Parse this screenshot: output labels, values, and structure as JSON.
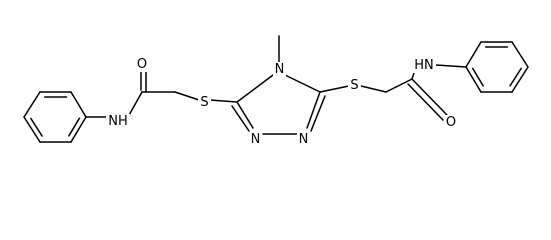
{
  "molecule": {
    "labels": {
      "o_left": "O",
      "nh_left": "NH",
      "s_left": "S",
      "n_methyl": "N",
      "n_lower_left": "N",
      "n_lower_right": "N",
      "s_right": "S",
      "nh_right": "HN",
      "o_right": "O"
    },
    "colors": {
      "bond": "#000000",
      "text": "#000000",
      "background": "#ffffff"
    }
  }
}
